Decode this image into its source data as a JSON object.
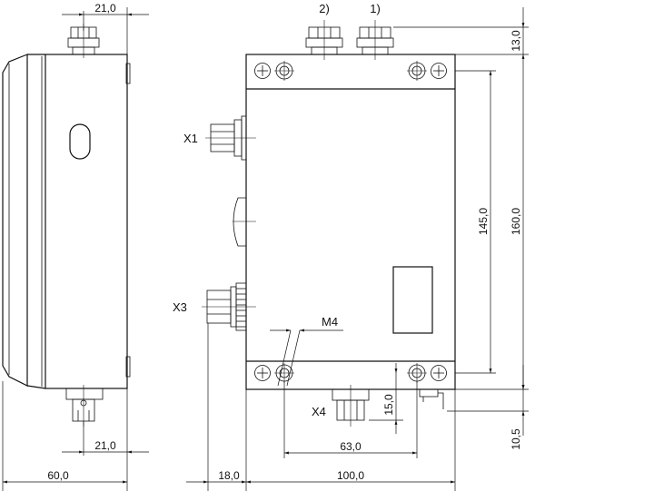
{
  "dimensions": {
    "side_top_width": "21,0",
    "side_bottom_width": "21,0",
    "side_overall_width": "60,0",
    "front_offset": "18,0",
    "front_width": "100,0",
    "front_top_margin": "13,0",
    "front_hole_spacing": "145,0",
    "front_height": "160,0",
    "x4_offset": "15,0",
    "x4_spacing": "63,0",
    "bottom_ext": "10,5"
  },
  "callouts": {
    "connector_2": "2)",
    "connector_1": "1)",
    "x1": "X1",
    "x3": "X3",
    "x4": "X4",
    "thread": "M4"
  }
}
